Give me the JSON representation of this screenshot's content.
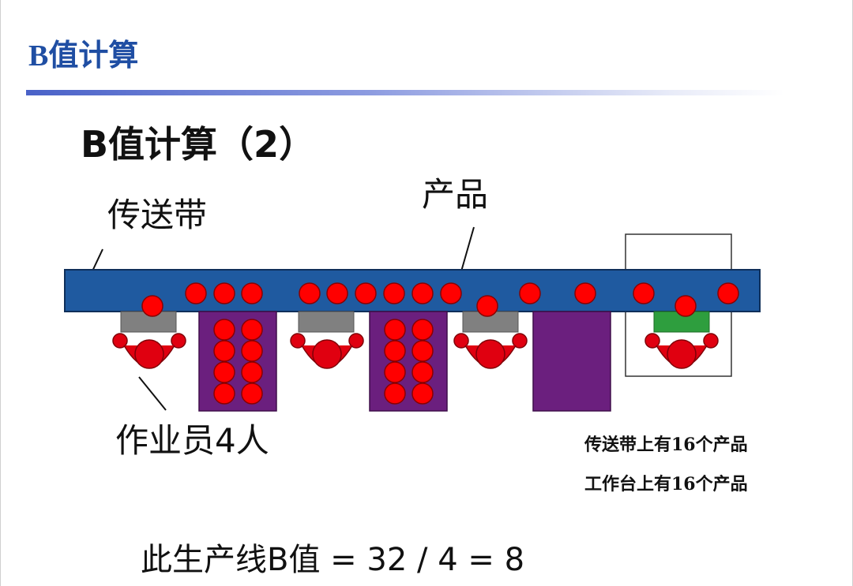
{
  "header": {
    "title": "B值计算"
  },
  "slide": {
    "title": "B值计算（2）",
    "labels": {
      "conveyor": "传送带",
      "product": "产品",
      "operators": "作业员4人"
    },
    "notes": {
      "conveyor_count": "传送带上有16个产品",
      "workstation_count": "工作台上有16个产品"
    },
    "formula": "此生产线B值 = 32 / 4 = 8"
  },
  "colors": {
    "title_blue": "#1f4ea3",
    "conveyor": "#1f5aa0",
    "product": "#ff0000",
    "workstation": "#6b1f7e",
    "operator": "#e00010",
    "seat_gray": "#808080",
    "seat_green": "#2e9e3e"
  },
  "diagram": {
    "operator_count": 4,
    "products_on_conveyor": 16,
    "products_on_workstations": 16
  }
}
